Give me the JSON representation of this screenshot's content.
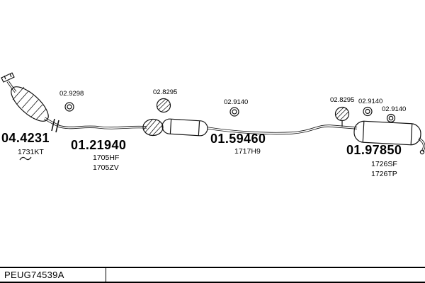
{
  "parts": {
    "catalyst": {
      "number": "04.4231",
      "ref1": "1731KT"
    },
    "gasket": {
      "number": "02.9298"
    },
    "front_pipe": {
      "number": "01.21940",
      "ref1": "1705HF",
      "ref2": "1705ZV"
    },
    "front_mounting": {
      "number": "02.8295"
    },
    "centre_silencer": {
      "number": "01.59460",
      "ref1": "1717H9"
    },
    "centre_ring": {
      "number": "02.9140"
    },
    "rear_mounting": {
      "number": "02.8295"
    },
    "rear_ring_1": {
      "number": "02.9140"
    },
    "rear_ring_2": {
      "number": "02.9140"
    },
    "rear_silencer": {
      "number": "01.97850",
      "ref1": "1726SF",
      "ref2": "1726TP"
    }
  },
  "footer": {
    "code": "PEUG74539A"
  }
}
